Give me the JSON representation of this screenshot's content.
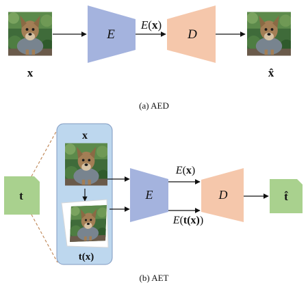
{
  "aed": {
    "caption": "(a)  AED",
    "input_label": "x",
    "encoder_label": "E",
    "latent_prefix": "E",
    "latent_arg": "x",
    "decoder_label": "D",
    "output_label": "x̂"
  },
  "aet": {
    "caption": "(b)  AET",
    "transform_label": "t",
    "image_label": "x",
    "transformed_label": "t(x)",
    "encoder_label": "E",
    "feat1_prefix": "E",
    "feat1_arg": "x",
    "feat2_prefix": "E",
    "feat2_arg": "t(x)",
    "decoder_label": "D",
    "output_label": "t̂"
  },
  "colors": {
    "encoder": "#a4b3de",
    "decoder": "#f5c7ab",
    "transform_box": "#a9d18e",
    "panel_fill": "#bdd7ee",
    "panel_stroke": "#7f98c0",
    "dashed_line": "#c28c5e",
    "dog_fur": "#a37e55",
    "dog_coat": "#78848f",
    "foliage": "#3f6b3a"
  },
  "icons": {
    "image": "dog-photo-icon",
    "arrow": "arrow-right-icon"
  }
}
